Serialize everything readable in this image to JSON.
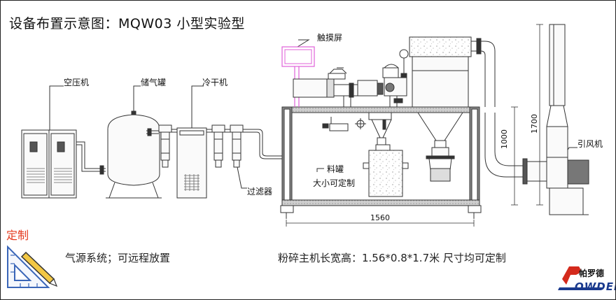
{
  "title": "设备布置示意图：MQW03 小型实验型",
  "labels": {
    "compressor": "空压机",
    "tank": "储气罐",
    "dryer": "冷干机",
    "filter": "过滤器",
    "touchscreen": "触摸屏",
    "material_tank": "料罐",
    "material_tank_note": "大小可定制",
    "fan": "引风机"
  },
  "dimensions": {
    "length": "1560",
    "height": "1000",
    "total_height": "1700"
  },
  "captions": {
    "air_system": "气源系统；可远程放置",
    "mill_size": "粉碎主机长宽高：1.56*0.8*1.7米  尺寸均可定制"
  },
  "badge": "定制",
  "brand": {
    "cn": "帕罗德",
    "en": "OWDER",
    "mark": "P"
  },
  "colors": {
    "touchscreen": "#e060d8",
    "badge_text": "#e53b1f",
    "brand_blue": "#1a3a8e",
    "brand_red": "#d42a1c"
  }
}
